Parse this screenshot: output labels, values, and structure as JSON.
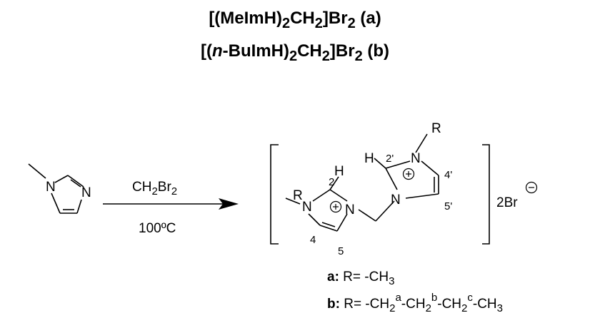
{
  "title": {
    "line1": {
      "pre": "[(MeImH)",
      "s1": "2",
      "mid": "CH",
      "s2": "2",
      "mid2": "]Br",
      "s3": "2",
      "post": " (a)"
    },
    "line2": {
      "pre": "[(",
      "italic": "n",
      "pre2": "-BuImH)",
      "s1": "2",
      "mid": "CH",
      "s2": "2",
      "mid2": "]Br",
      "s3": "2",
      "post": " (b)"
    }
  },
  "reagent": {
    "atoms": {
      "n1": "N",
      "n3": "N"
    }
  },
  "conditions": {
    "reagent": {
      "base": "CH",
      "s1": "2",
      "mid": "Br",
      "s2": "2"
    },
    "temperature": "100ºC"
  },
  "product": {
    "atoms": {
      "r_left": "R",
      "n_left1": "N",
      "n_left3": "N",
      "h_left": "H",
      "r_right": "R",
      "n_right1": "N",
      "n_right3": "N",
      "h_right": "H"
    },
    "numbers": {
      "c2": "2",
      "c4": "4",
      "c5": "5",
      "c2p": "2'",
      "c4p": "4'",
      "c5p": "5'"
    },
    "counterion": "2Br"
  },
  "legend": {
    "a": {
      "key": "a:",
      "text": " R= -CH",
      "sub": "3"
    },
    "b": {
      "key": "b:",
      "t1": " R= -CH",
      "s1": "2",
      "p1": "a",
      "t2": "-CH",
      "s2": "2",
      "p2": "b",
      "t3": "-CH",
      "s3": "2",
      "p3": "c",
      "t4": "-CH",
      "s4": "3"
    }
  }
}
